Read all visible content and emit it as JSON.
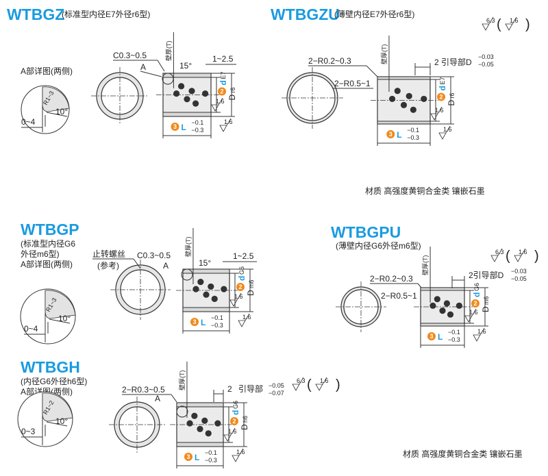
{
  "sections": [
    {
      "title": "WTBGZ",
      "subtitle": "(标准型内径E7外径r6型)",
      "detail_label": "A部详图(两侧)",
      "detail": {
        "radius": "R1~3",
        "angle": "10°",
        "offset": "0~4"
      },
      "chamfer": "C0.3~0.5",
      "a": "A",
      "wall": "壁厚(T)",
      "angle": "15°",
      "step": "1~2.5",
      "d": "d",
      "d_tol": "E7",
      "D": "D",
      "D_tol": "r6",
      "L": "L",
      "L_tol_up": "−0.1",
      "L_tol_lo": "−0.3",
      "m2": "2",
      "m3": "3",
      "rough": "1.6"
    },
    {
      "title": "WTBGZU",
      "subtitle": "(薄壁内径E7外径r6型)",
      "r1": "2−R0.2~0.3",
      "r2": "2−R0.5~1",
      "wall": "壁厚(T)",
      "guide": "2 引导部D",
      "guide_up": "−0.03",
      "guide_lo": "−0.05",
      "d": "d",
      "d_tol": "E7",
      "D": "D",
      "D_tol": "r6",
      "L": "L",
      "L_tol_up": "−0.1",
      "L_tol_lo": "−0.3",
      "m2": "2",
      "m3": "3",
      "rough": "1.6",
      "surface": {
        "main": "6.3",
        "paren_open": "(",
        "inner": "1.6",
        "paren_close": ")"
      }
    },
    {
      "title": "WTBGP",
      "subtitle_lines": [
        "(标准型内径G6",
        "外径m6型)",
        "A部详图(两侧)"
      ],
      "detail": {
        "radius": "R1~3",
        "angle": "10°",
        "offset": "0~4"
      },
      "screw": "止转螺丝",
      "screw_note": "(参考)",
      "chamfer": "C0.3~0.5",
      "a": "A",
      "wall": "壁厚(T)",
      "angle": "15°",
      "step": "1~2.5",
      "d": "d",
      "d_tol": "G6",
      "D": "D",
      "D_tol": "m6",
      "L": "L",
      "L_tol_up": "−0.1",
      "L_tol_lo": "−0.3",
      "m2": "2",
      "m3": "3",
      "rough": "1.6"
    },
    {
      "title": "WTBGPU",
      "subtitle": "(薄壁内径G6外径m6型)",
      "r1": "2−R0.2~0.3",
      "r2": "2−R0.5~1",
      "wall": "壁厚(T)",
      "guide": "2引导部D",
      "guide_up": "−0.03",
      "guide_lo": "−0.05",
      "d": "d",
      "d_tol": "G6",
      "D": "D",
      "D_tol": "m6",
      "L": "L",
      "L_tol_up": "−0.1",
      "L_tol_lo": "−0.3",
      "m2": "2",
      "m3": "3",
      "rough": "1.6",
      "surface": {
        "main": "6.3",
        "paren_open": "(",
        "inner": "1.6",
        "paren_close": ")"
      }
    },
    {
      "title": "WTBGH",
      "subtitle_lines": [
        "(内径G6外径h6型)",
        "A部详图(两侧)"
      ],
      "detail": {
        "radius": "R1~2",
        "angle": "10°",
        "offset": "0~3"
      },
      "r1": "2−R0.3~0.5",
      "a": "A",
      "wall": "壁厚(T)",
      "guide": "2",
      "guide_label": "引导部",
      "guide_up": "−0.05",
      "guide_lo": "−0.07",
      "d": "d",
      "d_tol": "G6",
      "D": "D",
      "D_tol": "h6",
      "L": "L",
      "L_tol_up": "−0.1",
      "L_tol_lo": "−0.3",
      "m2": "2",
      "m3": "3",
      "rough": "1.6",
      "surface": {
        "main": "6.3",
        "paren_open": "(",
        "inner": "1.6",
        "paren_close": ")"
      }
    }
  ],
  "material": [
    "材质  高强度黄铜合金类  镶嵌石墨",
    "材质  高强度黄铜合金类  镶嵌石墨"
  ],
  "colors": {
    "brand": "#1a9be0",
    "marker": "#f08a1c"
  }
}
